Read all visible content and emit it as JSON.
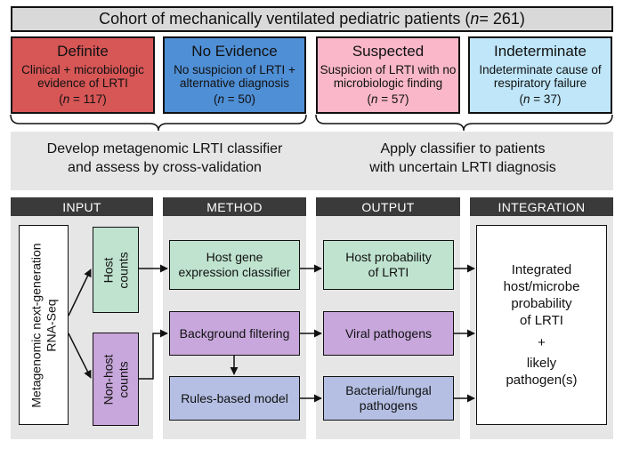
{
  "cohort": {
    "prefix": "Cohort of mechanically ventilated pediatric patients (",
    "n_label": "n",
    "suffix": " = 261)"
  },
  "groups": [
    {
      "title": "Definite",
      "desc": "Clinical + microbiologic evidence of LRTI",
      "n_prefix": "(",
      "n_label": "n",
      "n_suffix": " = 117)",
      "color": "#d75656"
    },
    {
      "title": "No Evidence",
      "desc": "No suspicion of LRTI + alternative diagnosis",
      "n_prefix": "(",
      "n_label": "n",
      "n_suffix": " = 50)",
      "color": "#4f8fd6"
    },
    {
      "title": "Suspected",
      "desc": "Suspicion of LRTI with no microbiologic finding",
      "n_prefix": "(",
      "n_label": "n",
      "n_suffix": " = 57)",
      "color": "#f9b7c9"
    },
    {
      "title": "Indeterminate",
      "desc": "Indeterminate cause of respiratory failure",
      "n_prefix": "(",
      "n_label": "n",
      "n_suffix": " = 37)",
      "color": "#bfe6f9"
    }
  ],
  "band": {
    "left_line1": "Develop metagenomic LRTI classifier",
    "left_line2": "and assess by cross-validation",
    "right_line1": "Apply classifier to patients",
    "right_line2": "with uncertain LRTI diagnosis"
  },
  "columns": [
    "INPUT",
    "METHOD",
    "OUTPUT",
    "INTEGRATION"
  ],
  "input": {
    "seq_line1": "Metagenomic next-generation",
    "seq_line2": "RNA-Seq",
    "host_line1": "Host",
    "host_line2": "counts",
    "nonhost_line1": "Non-host",
    "nonhost_line2": "counts"
  },
  "method": {
    "host_line1": "Host gene",
    "host_line2": "expression classifier",
    "background": "Background filtering",
    "rules": "Rules-based model"
  },
  "output": {
    "host_line1": "Host probability",
    "host_line2": "of LRTI",
    "viral": "Viral pathogens",
    "bact_line1": "Bacterial/fungal",
    "bact_line2": "pathogens"
  },
  "integration": {
    "line1": "Integrated",
    "line2": "host/microbe",
    "line3": "probability",
    "line4": "of LRTI",
    "plus": "+",
    "line5": "likely",
    "line6": "pathogen(s)"
  },
  "colors": {
    "definite": "#d75656",
    "no_evidence": "#4f8fd6",
    "suspected": "#f9b7c9",
    "indeterminate": "#bfe6f9",
    "host_green": "#bfe3cf",
    "purple": "#c8a7dc",
    "blue": "#b4bfe3",
    "header_dark": "#3a3a3a",
    "band_gray": "#e6e6e6"
  }
}
